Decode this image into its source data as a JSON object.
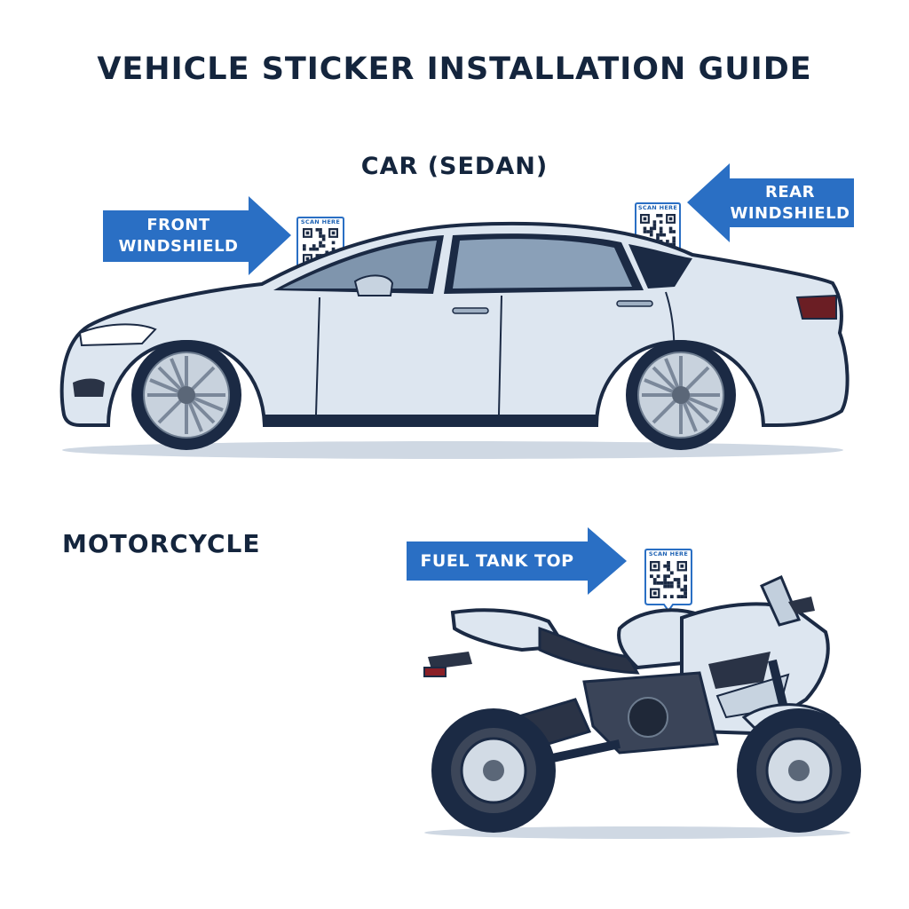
{
  "title": "VEHICLE STICKER INSTALLATION GUIDE",
  "sections": {
    "car": {
      "heading": "CAR (SEDAN)",
      "labels": {
        "front": "FRONT\nWINDSHIELD",
        "rear": "REAR\nWINDSHIELD"
      }
    },
    "motorcycle": {
      "heading": "MOTORCYCLE",
      "labels": {
        "tank": "FUEL TANK TOP"
      }
    }
  },
  "qr_caption": "SCAN HERE",
  "icons": [
    "arrow-right-icon",
    "arrow-left-icon",
    "qr-code-icon",
    "sedan-car-illustration",
    "motorcycle-illustration"
  ],
  "colors": {
    "accent": "#2a6fc4",
    "heading": "#14253d",
    "body": "#dfe7f1",
    "outline": "#1b2a44"
  }
}
